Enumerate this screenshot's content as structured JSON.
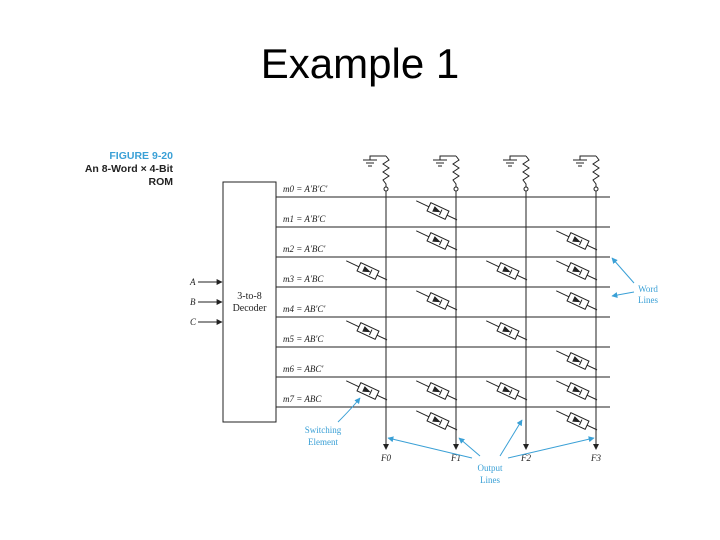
{
  "slide": {
    "title": "Example 1"
  },
  "figure": {
    "number": "FIGURE 9-20",
    "description_line1": "An 8-Word × 4-Bit",
    "description_line2": "ROM"
  },
  "decoder": {
    "label_line1": "3-to-8",
    "label_line2": "Decoder"
  },
  "inputs": [
    "A",
    "B",
    "C"
  ],
  "word_lines": [
    "m0 = A′B′C′",
    "m1 = A′B′C",
    "m2 = A′BC′",
    "m3 = A′BC",
    "m4 = AB′C′",
    "m5 = AB′C",
    "m6 = ABC′",
    "m7 = ABC"
  ],
  "outputs": [
    "F0",
    "F1",
    "F2",
    "F3"
  ],
  "switches": [
    [
      0,
      1,
      0,
      0
    ],
    [
      0,
      1,
      0,
      1
    ],
    [
      1,
      0,
      1,
      1
    ],
    [
      0,
      1,
      0,
      1
    ],
    [
      1,
      0,
      1,
      0
    ],
    [
      0,
      0,
      0,
      1
    ],
    [
      1,
      1,
      1,
      1
    ],
    [
      0,
      1,
      0,
      1
    ]
  ],
  "annotations": {
    "word_lines_line1": "Word",
    "word_lines_line2": "Lines",
    "switching_element_line1": "Switching",
    "switching_element_line2": "Element",
    "output_lines_line1": "Output",
    "output_lines_line2": "Lines"
  },
  "colors": {
    "accent": "#3aa0d6",
    "line": "#222222"
  }
}
